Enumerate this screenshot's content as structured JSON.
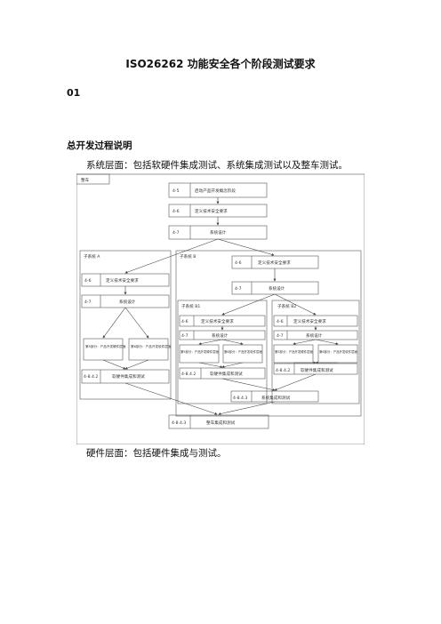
{
  "doc": {
    "title": "ISO26262 功能安全各个阶段测试要求",
    "section_number": "01",
    "section_heading": "总开发过程说明",
    "para_system": "系统层面：包括软硬件集成测试、系统集成测试以及整车测试。",
    "para_hardware": "硬件层面：包括硬件集成与测试。"
  },
  "diagram": {
    "vehicle_label": "整车",
    "start": {
      "code": "4-5",
      "label": "启动产品开发概念阶段"
    },
    "tsr": {
      "code": "4-6",
      "label": "定义技术安全要求"
    },
    "sysdesign": {
      "code": "4-7",
      "label": "系统设计"
    },
    "system_a": {
      "label": "子系统 A",
      "tsr": {
        "code": "4-6",
        "label": "定义技术安全要求"
      },
      "design": {
        "code": "4-7",
        "label": "系统设计"
      },
      "hw": "第5部分：产品开发硬件层面",
      "sw": "第6部分：产品开发软件层面",
      "integ": {
        "code": "4-8.4.2",
        "label": "软硬件集成和测试"
      }
    },
    "system_b": {
      "label": "子系统 B",
      "tsr": {
        "code": "4-6",
        "label": "定义技术安全要求"
      },
      "design": {
        "code": "4-7",
        "label": "系统设计"
      },
      "integ": {
        "code": "4-8.4.3",
        "label": "系统集成和测试"
      },
      "b1": {
        "label": "子系统 B1",
        "tsr": {
          "code": "4-6",
          "label": "定义技术安全要求"
        },
        "design": {
          "code": "4-7",
          "label": "系统设计"
        },
        "hw": "第5部分：产品开发硬件层面",
        "sw": "第6部分：产品开发软件层面",
        "integ": {
          "code": "4-8.4.2",
          "label": "软硬件集成和测试"
        }
      },
      "b2": {
        "label": "子系统 B2",
        "tsr": {
          "code": "4-6",
          "label": "定义技术安全要求"
        },
        "design": {
          "code": "4-7",
          "label": "系统设计"
        },
        "hw": "第5部分：产品开发硬件层面",
        "sw": "第6部分：产品开发软件层面",
        "integ": {
          "code": "4-8.4.2",
          "label": "软硬件集成和测试"
        }
      }
    },
    "vehicle_integ": {
      "code": "4-8.4.3",
      "label": "整车集成和测试"
    }
  }
}
